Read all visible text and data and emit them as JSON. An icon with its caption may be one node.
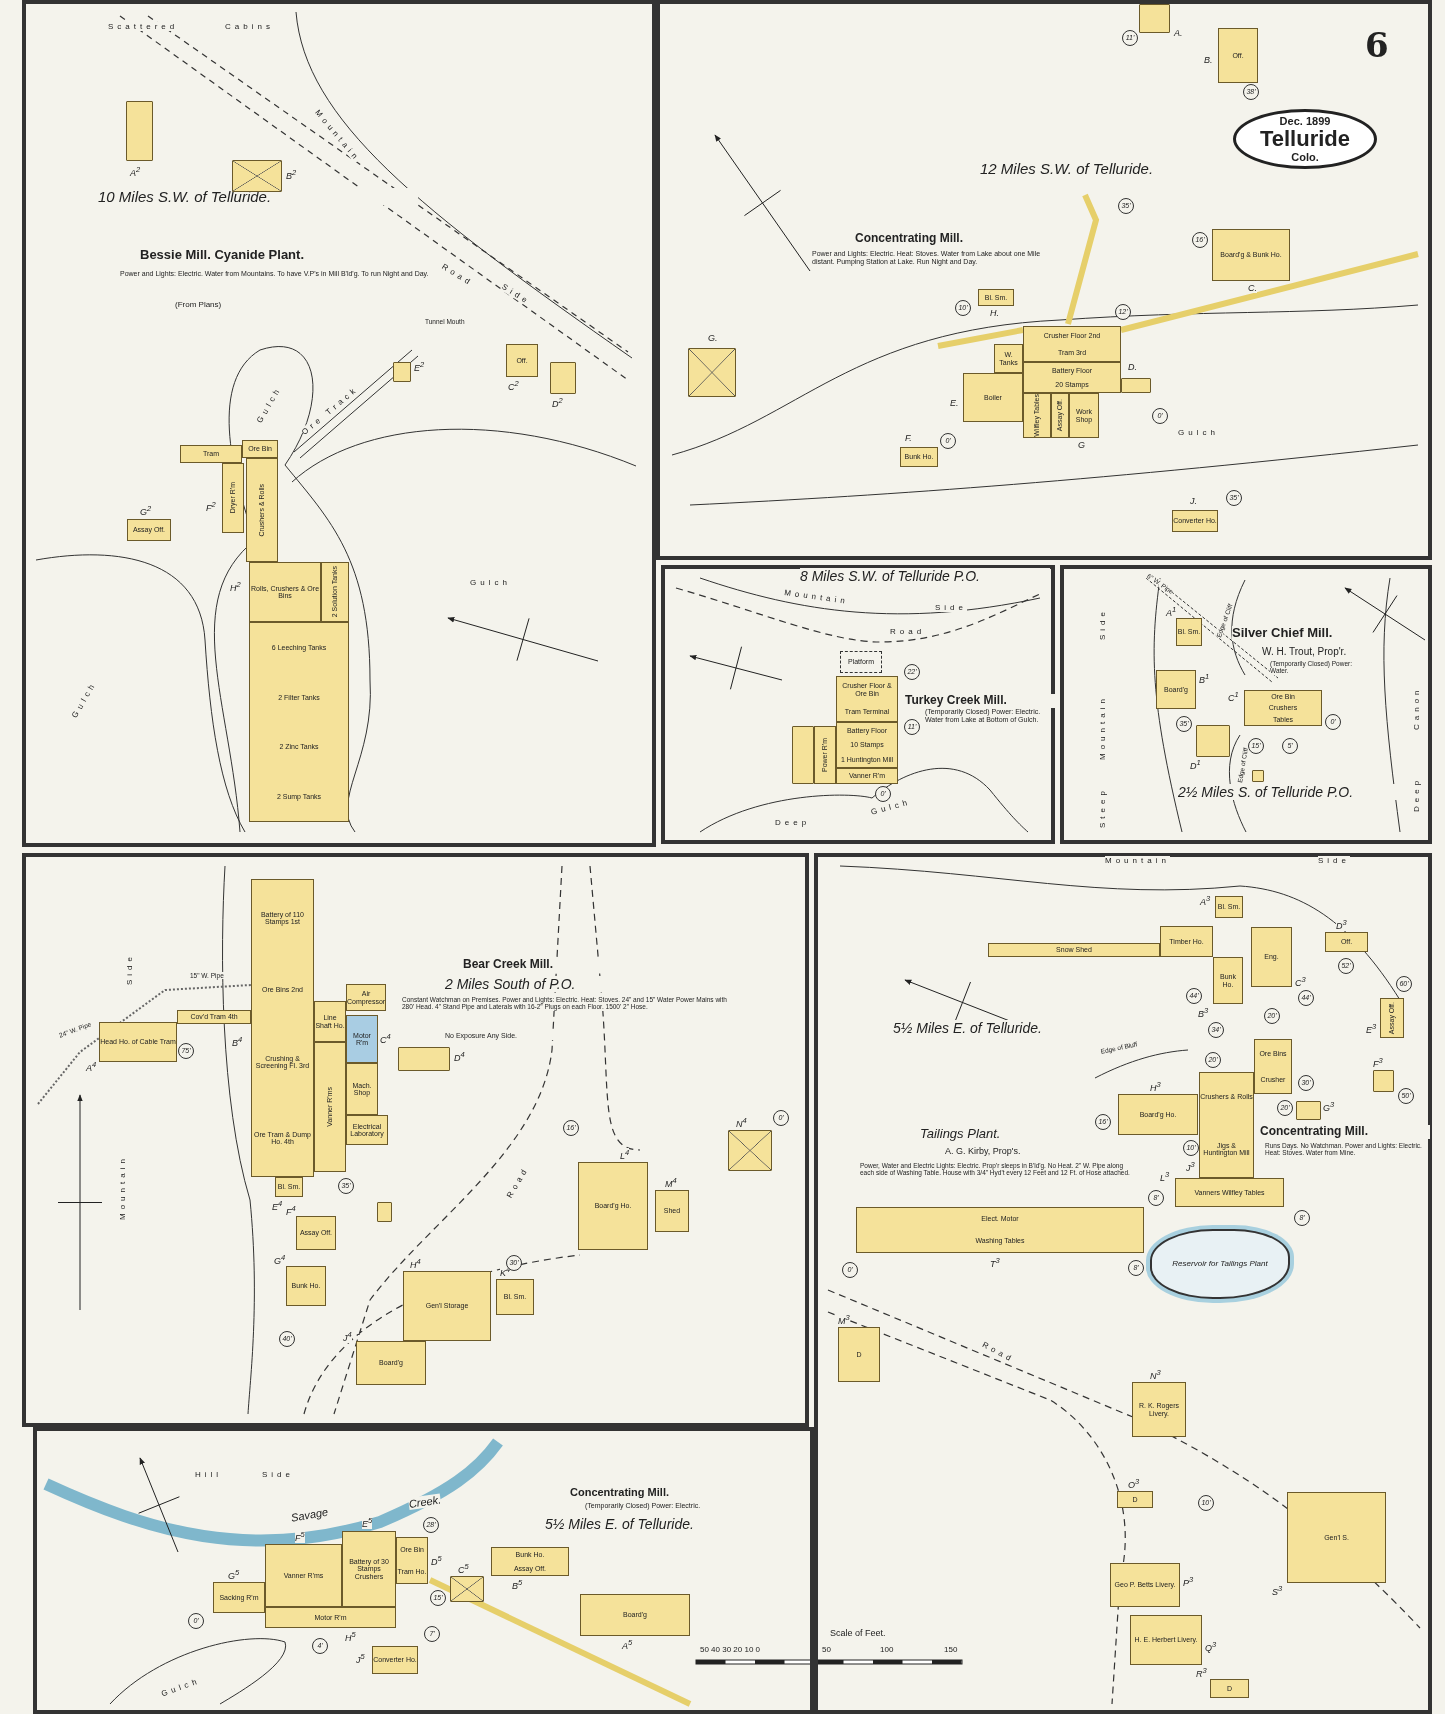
{
  "diagram": {
    "nodes": [
      {
        "text": [
          "10 Miles S.W. of Telluride.",
          "Bessie Mill. Cyanide Plant.",
          "Power and Lights: Electric. Water from Mountains. To have V.P's in Mill B'ld'g. To run Night and Day.",
          "(From Plans)"
        ]
      },
      {
        "text": [],
        "shape": "box",
        "in": 0,
        "beside": [
          "A$^{2}$"
        ]
      },
      {
        "text": [],
        "shape": "box",
        "in": 0,
        "beside": [
          "B$^{2}$"
        ]
      },
      {
        "text": [
          "Off."
        ],
        "in": 0,
        "beside": [
          "C$^{2}$"
        ]
      },
      {
        "text": [],
        "shape": "box",
        "in": 0,
        "beside": [
          "D$^{2}$"
        ]
      },
      {
        "text": [],
        "shape": "box",
        "in": 0,
        "beside": [
          "E$^{2}$"
        ]
      },
      {
        "text": [
          "Tram"
        ],
        "in": 0
      },
      {
        "text": [
          "Ore Bin"
        ],
        "in": 0
      },
      {
        "text": [
          "Dryer R'm"
        ],
        "in": 0,
        "beside": [
          "F$^{2}$"
        ]
      },
      {
        "text": [
          "Crushers & Rolls"
        ],
        "in": 0
      },
      {
        "text": [
          "Rolls, Crushers & Ore Bins"
        ],
        "in": 0,
        "beside": [
          "H$^{2}$"
        ]
      },
      {
        "text": [
          "2 Solution Tanks"
        ],
        "in": 0
      },
      {
        "text": [
          "6 Leeching Tanks",
          "2 Filter Tanks",
          "2 Zinc Tanks",
          "2 Sump Tanks"
        ],
        "in": 0
      },
      {
        "text": [
          "Assay Off."
        ],
        "in": 0,
        "beside": [
          "G$^{2}$"
        ]
      },
      {
        "text": [
          "12 Miles S.W. of Telluride.",
          "Concentrating Mill.",
          "Power and Lights: Electric. Heat: Stoves. Water from Lake about one Mile distant. Pumping Station at Lake. Run Night and Day."
        ]
      },
      {
        "text": [],
        "shape": "box",
        "in": 14,
        "beside": [
          "A."
        ]
      },
      {
        "text": [
          "Off."
        ],
        "in": 14,
        "beside": [
          "B."
        ]
      },
      {
        "text": [
          "Board'g & Bunk Ho."
        ],
        "in": 14,
        "beside": [
          "C."
        ]
      },
      {
        "text": [
          "Bl. Sm."
        ],
        "in": 14,
        "beside": [
          "H."
        ]
      },
      {
        "text": [
          "Crusher Floor 2nd",
          "Tram 3rd"
        ],
        "in": 14
      },
      {
        "text": [
          "Battery Floor",
          "20 Stamps"
        ],
        "in": 14
      },
      {
        "text": [],
        "shape": "box",
        "in": 14,
        "beside": [
          "D."
        ]
      },
      {
        "text": [
          "W. Tanks"
        ],
        "in": 14
      },
      {
        "text": [
          "Boiler"
        ],
        "in": 14,
        "beside": [
          "E."
        ]
      },
      {
        "text": [
          "Wilfley Tables"
        ],
        "in": 14
      },
      {
        "text": [
          "Assay Off."
        ],
        "in": 14
      },
      {
        "text": [
          "Work Shop"
        ],
        "in": 14,
        "beside": [
          "G"
        ]
      },
      {
        "text": [],
        "shape": "box",
        "in": 14,
        "beside": [
          "G."
        ]
      },
      {
        "text": [
          "Bunk Ho."
        ],
        "in": 14,
        "beside": [
          "F."
        ]
      },
      {
        "text": [
          "Converter Ho."
        ],
        "in": 14,
        "beside": [
          "J."
        ]
      },
      {
        "text": [
          "Dec. 1899",
          "Telluride",
          "Colo."
        ],
        "in": 14
      },
      {
        "text": [
          "8 Miles S.W. of Telluride P.O.",
          "Turkey Creek Mill.",
          "(Temporarily Closed) Power: Electric. Water from Lake at Bottom of Gulch."
        ]
      },
      {
        "text": [
          "Platform"
        ],
        "in": 31
      },
      {
        "text": [
          "Crusher Floor & Ore Bin",
          "Tram Terminal"
        ],
        "in": 31
      },
      {
        "text": [
          "Battery Floor",
          "10 Stamps",
          "1 Huntington Mill"
        ],
        "in": 31
      },
      {
        "text": [
          "Vanner R'm"
        ],
        "in": 31
      },
      {
        "text": [
          "Power R'm"
        ],
        "in": 31
      },
      {
        "text": [],
        "shape": "box",
        "in": 31
      },
      {
        "text": [
          "Silver Chief Mill.",
          "W. H. Trout, Prop'r.",
          "(Temporarily Closed) Power: Water.",
          "2½ Miles S. of Telluride P.O."
        ]
      },
      {
        "text": [
          "Bl. Sm."
        ],
        "in": 38,
        "beside": [
          "A$^{1}$"
        ]
      },
      {
        "text": [
          "Board'g"
        ],
        "in": 38,
        "beside": [
          "B$^{1}$"
        ]
      },
      {
        "text": [
          "Ore Bin",
          "Crushers",
          "Tables"
        ],
        "in": 38,
        "beside": [
          "C$^{1}$"
        ]
      },
      {
        "text": [],
        "shape": "box",
        "in": 38,
        "beside": [
          "D$^{1}$"
        ]
      },
      {
        "text": [],
        "shape": "box",
        "in": 38
      },
      {
        "text": [
          "Bear Creek Mill.",
          "2 Miles South of P.O.",
          "Constant Watchman on Premises. Power and Lights: Electric. Heat: Stoves. 24\" and 15\" Water Power Mains with 280' Head. 4\" Stand Pipe and Laterals with 16-2\" Plugs on each Floor. 1500' 2\" Hose.",
          "No Exposure Any Side."
        ]
      },
      {
        "text": [
          "Battery of 110 Stamps 1st",
          "Ore Bins 2nd",
          "Crushing & Screening Fl. 3rd",
          "Ore Tram & Dump Ho. 4th"
        ],
        "in": 44,
        "beside": [
          "B$^{4}$"
        ]
      },
      {
        "text": [
          "Air Compressor"
        ],
        "in": 44
      },
      {
        "text": [
          "Line Shaft Ho."
        ],
        "in": 44
      },
      {
        "text": [
          "Motor R'm"
        ],
        "in": 44,
        "beside": [
          "C$^{4}$"
        ]
      },
      {
        "text": [
          "Vanner R'ms"
        ],
        "in": 44
      },
      {
        "text": [
          "Mach. Shop"
        ],
        "in": 44
      },
      {
        "text": [
          "Electrical Laboratory"
        ],
        "in": 44
      },
      {
        "text": [
          "Bl. Sm."
        ],
        "in": 44,
        "beside": [
          "E$^{4}$"
        ]
      },
      {
        "text": [
          "Head Ho. of Cable Tram"
        ],
        "in": 44,
        "beside": [
          "A$^{4}$"
        ]
      },
      {
        "text": [
          "Cov'd Tram 4th"
        ],
        "in": 44
      },
      {
        "text": [],
        "shape": "box",
        "in": 44,
        "beside": [
          "D$^{4}$"
        ]
      },
      {
        "text": [
          "Assay Off."
        ],
        "in": 44,
        "beside": [
          "F$^{4}$"
        ]
      },
      {
        "text": [
          "Bunk Ho."
        ],
        "in": 44,
        "beside": [
          "G$^{4}$"
        ]
      },
      {
        "text": [],
        "shape": "box",
        "in": 44
      },
      {
        "text": [
          "Gen'l Storage"
        ],
        "in": 44,
        "beside": [
          "H$^{4}$"
        ]
      },
      {
        "text": [
          "Board'g"
        ],
        "in": 44,
        "beside": [
          "J$^{4}$"
        ]
      },
      {
        "text": [
          "Bl. Sm."
        ],
        "in": 44,
        "beside": [
          "K$^{4}$"
        ]
      },
      {
        "text": [
          "Board'g Ho."
        ],
        "in": 44,
        "beside": [
          "L$^{4}$"
        ]
      },
      {
        "text": [
          "Shed"
        ],
        "in": 44,
        "beside": [
          "M$^{4}$"
        ]
      },
      {
        "text": [],
        "shape": "box",
        "in": 44,
        "beside": [
          "N$^{4}$"
        ]
      },
      {
        "text": [
          "Concentrating Mill.",
          "(Temporarily Closed) Power: Electric.",
          "5½ Miles E. of Telluride."
        ]
      },
      {
        "text": [
          "Sacking R'm"
        ],
        "in": 65,
        "beside": [
          "G$^{5}$"
        ]
      },
      {
        "text": [
          "Vanner R'ms"
        ],
        "in": 65,
        "beside": [
          "F$^{5}$"
        ]
      },
      {
        "text": [
          "Battery of 30 Stamps Crushers"
        ],
        "in": 65,
        "beside": [
          "E$^{5}$"
        ]
      },
      {
        "text": [
          "Motor R'm"
        ],
        "in": 65,
        "beside": [
          "H$^{5}$"
        ]
      },
      {
        "text": [
          "Ore Bin",
          "Tram Ho."
        ],
        "in": 65,
        "beside": [
          "D$^{5}$"
        ]
      },
      {
        "text": [
          "Converter Ho."
        ],
        "in": 65,
        "beside": [
          "J$^{5}$"
        ]
      },
      {
        "text": [],
        "shape": "box",
        "in": 65,
        "beside": [
          "C$^{5}$"
        ]
      },
      {
        "text": [
          "Bunk Ho.",
          "Assay Off."
        ],
        "in": 65,
        "beside": [
          "B$^{5}$"
        ]
      },
      {
        "text": [
          "Board'g"
        ],
        "in": 65,
        "beside": [
          "A$^{5}$"
        ]
      },
      {
        "text": [
          "5½ Miles E. of Telluride.",
          "Concentrating Mill.",
          "Runs Days. No Watchman. Power and Lights: Electric. Heat: Stoves. Water from Mine."
        ]
      },
      {
        "text": [
          "Bl. Sm."
        ],
        "in": 75,
        "beside": [
          "A$^{3}$"
        ]
      },
      {
        "text": [
          "Timber Ho."
        ],
        "in": 75
      },
      {
        "text": [
          "Snow Shed"
        ],
        "in": 75
      },
      {
        "text": [
          "Bunk Ho."
        ],
        "in": 75,
        "beside": [
          "B$^{3}$"
        ]
      },
      {
        "text": [
          "Eng."
        ],
        "in": 75,
        "beside": [
          "C$^{3}$"
        ]
      },
      {
        "text": [
          "Off."
        ],
        "in": 75,
        "beside": [
          "D$^{3}$"
        ]
      },
      {
        "text": [
          "Assay Off."
        ],
        "in": 75,
        "beside": [
          "E$^{3}$"
        ]
      },
      {
        "text": [],
        "shape": "box",
        "in": 75,
        "beside": [
          "F$^{3}$"
        ]
      },
      {
        "text": [
          "Ore Bins",
          "Crusher"
        ],
        "in": 75
      },
      {
        "text": [
          "Crushers & Rolls",
          "Jigs & Huntington Mill"
        ],
        "in": 75,
        "beside": [
          "J$^{3}$"
        ]
      },
      {
        "text": [
          "Vanners Wilfley Tables"
        ],
        "in": 75,
        "beside": [
          "L$^{3}$"
        ]
      },
      {
        "text": [
          "Board'g Ho."
        ],
        "in": 75,
        "beside": [
          "H$^{3}$"
        ]
      },
      {
        "text": [],
        "shape": "box",
        "in": 75,
        "beside": [
          "G$^{3}$"
        ]
      },
      {
        "text": [
          "Elect. Motor",
          "Washing Tables"
        ],
        "in": 75,
        "beside": [
          "T$^{3}$"
        ]
      },
      {
        "text": [
          "Reservoir for Tailings Plant"
        ],
        "in": 75
      },
      {
        "text": [
          "D"
        ],
        "in": 75,
        "beside": [
          "M$^{3}$"
        ]
      },
      {
        "text": [
          "R. K. Rogers Livery."
        ],
        "in": 75,
        "beside": [
          "N$^{3}$"
        ]
      },
      {
        "text": [
          "D"
        ],
        "in": 75,
        "beside": [
          "O$^{3}$"
        ]
      },
      {
        "text": [
          "Gen'l S."
        ],
        "in": 75,
        "beside": [
          "S$^{3}$"
        ]
      },
      {
        "text": [
          "Geo P. Betts Livery."
        ],
        "in": 75,
        "beside": [
          "P$^{3}$"
        ]
      },
      {
        "text": [
          "H. E. Herbert Livery."
        ],
        "in": 75,
        "beside": [
          "Q$^{3}$"
        ]
      },
      {
        "text": [
          "D"
        ],
        "in": 75,
        "beside": [
          "R$^{3}$"
        ]
      }
    ],
    "labels": [
      "6",
      "Scattered",
      "Cabins",
      "Mountain",
      "Road",
      "Side",
      "Tunnel Mouth",
      "Gulch",
      "Ore Track",
      "Gulch",
      "Gulch",
      "11'",
      "38'",
      "35'",
      "16'",
      "10'",
      "12'",
      "0'",
      "0'",
      "35'",
      "Gulch",
      "Mountain",
      "Side",
      "Road",
      "22'",
      "11'",
      "0'",
      "Deep",
      "Gulch",
      "6\" W. Pipe",
      "Edge of Cliff",
      "Steep",
      "Mountain",
      "Side",
      "35'",
      "15'",
      "5'",
      "0'",
      "Edge of Cliff",
      "Deep",
      "Canon",
      "Side",
      "15\" W. Pipe",
      "24\" W. Pipe",
      "75'",
      "Mountain",
      "35'",
      "Road",
      "16'",
      "0'",
      "30'",
      "40'",
      "Hill",
      "Side",
      "Savage",
      "Creek.",
      "28'",
      "0'",
      "15'",
      "4'",
      "7'",
      "Gulch",
      "Scale of Feet.",
      "50 40 30 20 10 0",
      "50",
      "100",
      "150",
      "Mountain",
      "Side",
      "44'",
      "44'",
      "52'",
      "60'",
      "34'",
      "20'",
      "Edge of Bluff",
      "20'",
      "30'",
      "50'",
      "20'",
      "16'",
      "10'",
      "Tailings Plant.",
      "A. G. Kirby, Prop's.",
      "Power, Water and Electric Lights: Electric. Prop'r sleeps in B'ld'g. No Heat. 2\" W. Pipe along each side of Washing Table. House with 3/4\" Hyd't every 12 Feet and 12 Ft. of Hose attached.",
      "8'",
      "8'",
      "8'",
      "0'",
      "Road",
      "10'"
    ]
  }
}
